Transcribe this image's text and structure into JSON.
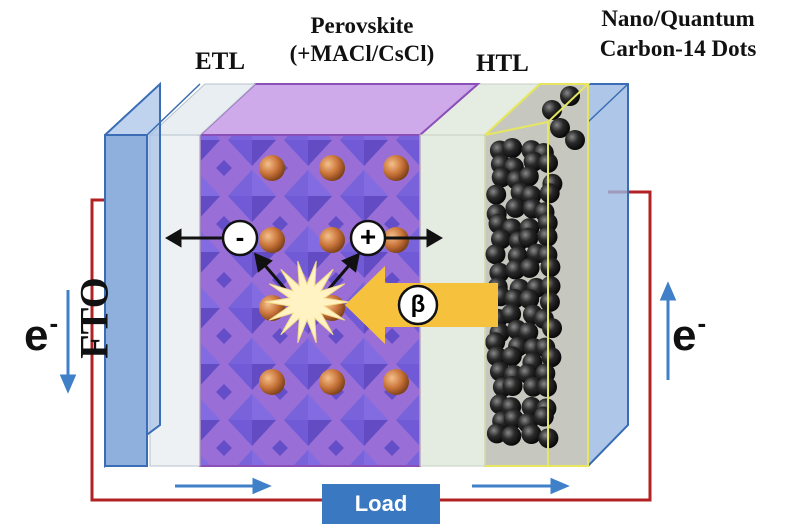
{
  "labels": {
    "perovskite_line1": "Perovskite",
    "perovskite_line2": "(+MACl/CsCl)",
    "etl": "ETL",
    "htl": "HTL",
    "dots_line1": "Nano/Quantum",
    "dots_line2": "Carbon-14 Dots",
    "fto": "FTO",
    "load": "Load",
    "electron_left": "e",
    "electron_right": "e",
    "electron_sup": "-",
    "minus_symbol": "-",
    "plus_symbol": "+",
    "beta_symbol": "β"
  },
  "colors": {
    "fto_glass": "#8fb0dc",
    "fto_edge": "#3a6db5",
    "perovskite": "#b07fd0",
    "octahedra": "#4a4fd0",
    "cation_sphere": "#c9743a",
    "carbon_dots": "#222222",
    "circuit_wire": "#b22222",
    "flow_arrow": "#3f80c8",
    "beta_arrow": "#f6c23e",
    "load_box": "#3b78c2"
  },
  "icons": {
    "flash": "starburst-icon",
    "beta_arrow": "beta-arrow-icon"
  }
}
